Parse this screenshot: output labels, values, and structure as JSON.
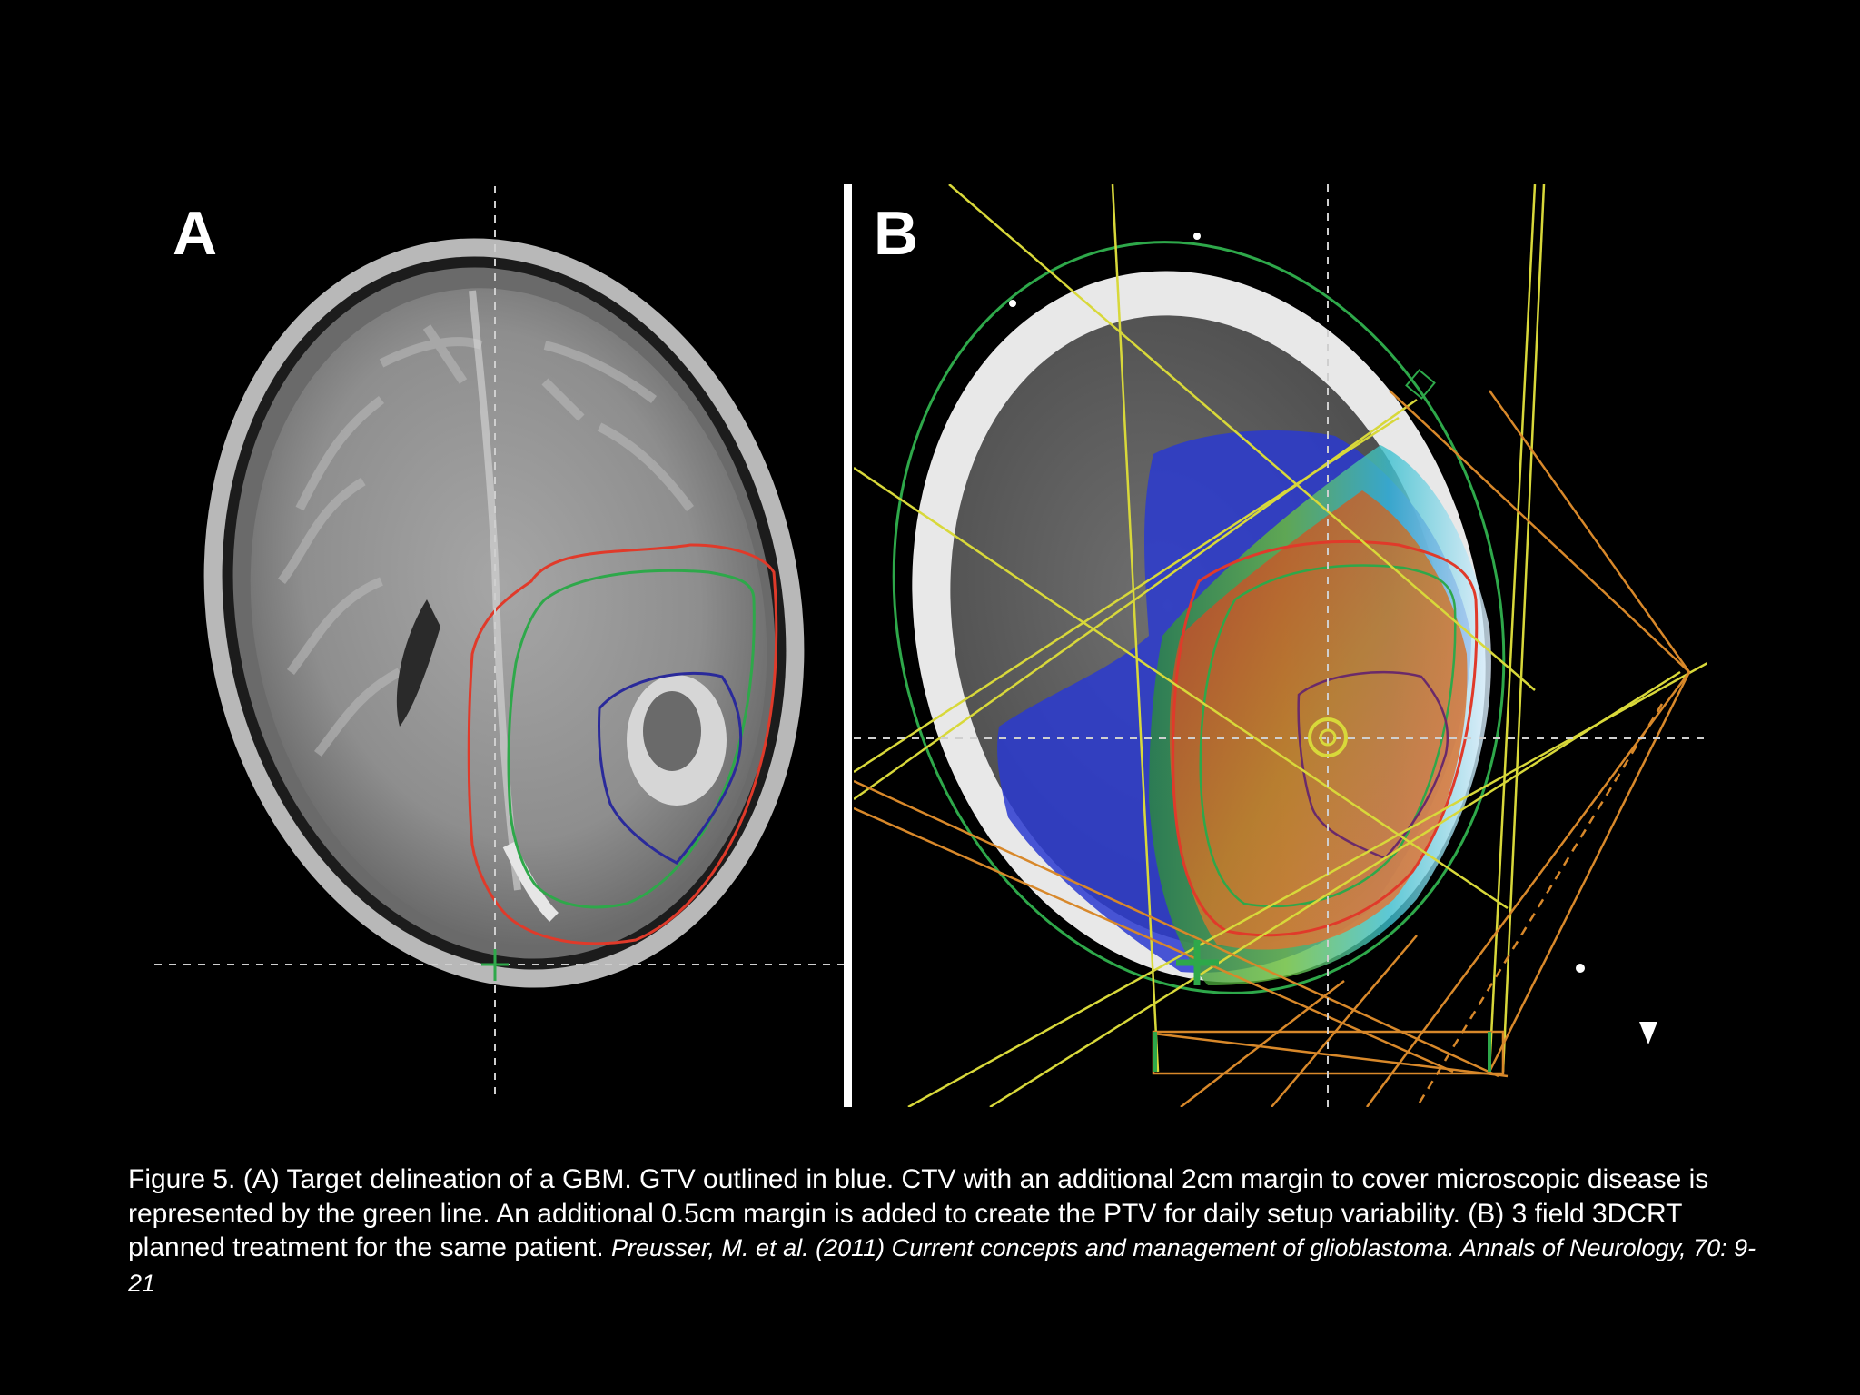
{
  "figure": {
    "panel_a_label": "A",
    "panel_b_label": "B"
  },
  "caption": {
    "text": "Figure 5. (A) Target delineation of a GBM. GTV outlined in blue. CTV with an additional 2cm margin to cover microscopic disease is represented by the green line. An additional 0.5cm margin is added to create the PTV for daily setup variability. (B) 3 field 3DCRT planned treatment for the same patient. ",
    "citation": "Preusser, M. et al. (2011) Current concepts and management of glioblastoma. Annals of Neurology, 70: 9-21"
  },
  "colors": {
    "background": "#000000",
    "gtv_outline": "#2a2a9a",
    "ctv_outline": "#2ea84a",
    "ptv_outline": "#e03a2a",
    "beam_yellow": "#d8d83a",
    "beam_orange": "#d8882a"
  }
}
